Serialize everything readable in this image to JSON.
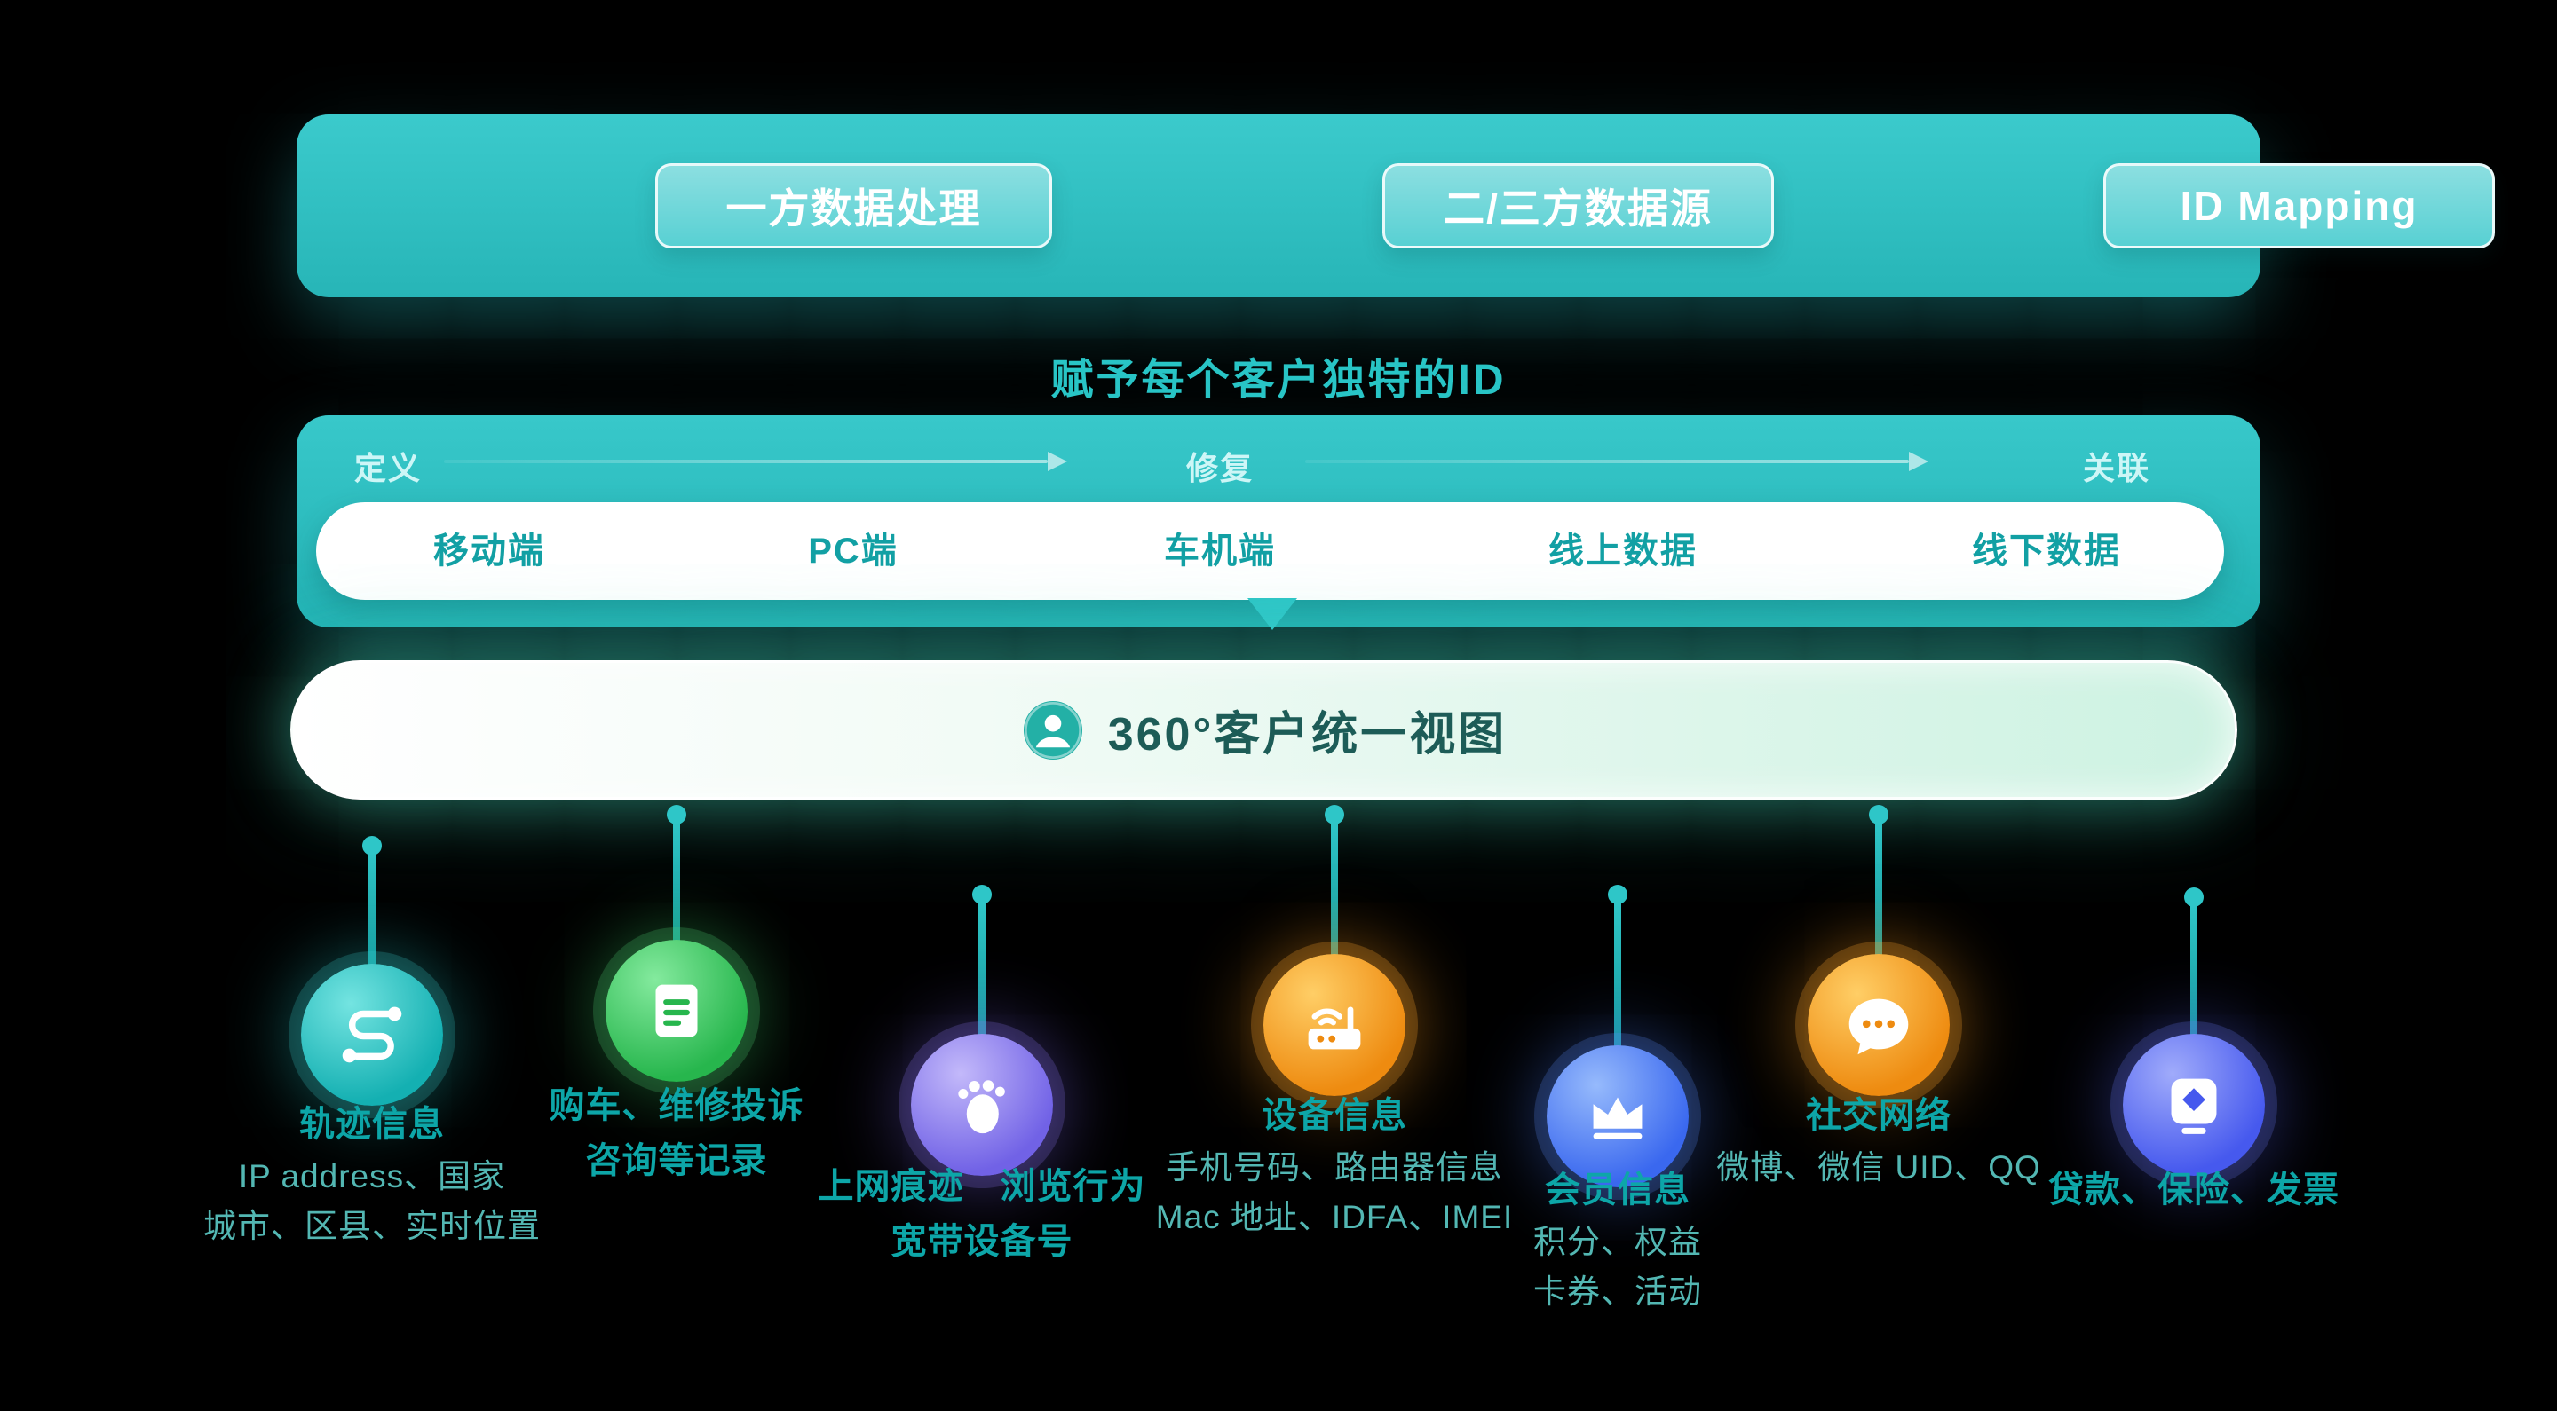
{
  "banner": {
    "items": [
      {
        "label": "一方数据处理"
      },
      {
        "label": "二/三方数据源"
      },
      {
        "label": "ID Mapping"
      }
    ]
  },
  "title": "赋予每个客户独特的ID",
  "process": {
    "stages": [
      {
        "label": "定义"
      },
      {
        "label": "修复"
      },
      {
        "label": "关联"
      }
    ],
    "channels": [
      {
        "label": "移动端"
      },
      {
        "label": "PC端"
      },
      {
        "label": "车机端"
      },
      {
        "label": "线上数据"
      },
      {
        "label": "线下数据"
      }
    ]
  },
  "unified_view": {
    "label": "360°客户统一视图"
  },
  "sources": [
    {
      "name": "trajectory-info",
      "icon": "route-icon",
      "main1": "轨迹信息",
      "sub1": "IP address、国家",
      "sub2": "城市、区县、实时位置"
    },
    {
      "name": "vehicle-service-records",
      "icon": "document-icon",
      "main1": "购车、维修投诉",
      "main2": "咨询等记录"
    },
    {
      "name": "web-traces",
      "icon": "footprint-icon",
      "main1": "上网痕迹　浏览行为",
      "main2": "宽带设备号"
    },
    {
      "name": "device-info",
      "icon": "router-icon",
      "main1": "设备信息",
      "sub1": "手机号码、路由器信息",
      "sub2": "Mac 地址、IDFA、IMEI"
    },
    {
      "name": "member-info",
      "icon": "crown-icon",
      "main1": "会员信息",
      "sub1": "积分、权益",
      "sub2": "卡券、活动"
    },
    {
      "name": "social-network",
      "icon": "chat-icon",
      "main1": "社交网络",
      "sub1": "微博、微信 UID、QQ"
    },
    {
      "name": "finance-info",
      "icon": "invoice-icon",
      "main1": "贷款、保险、发票"
    }
  ],
  "colors": {
    "teal": "#2bbfc1",
    "title_text": "#29c5c6",
    "channel_text": "#12a0a4",
    "main_label": "#0da6a8",
    "sub_label": "#53b7b3",
    "green": "#2cb952",
    "purple": "#7668e8",
    "orange": "#f08c12",
    "blue": "#3e6cf0",
    "indigo": "#4a5ef0"
  }
}
